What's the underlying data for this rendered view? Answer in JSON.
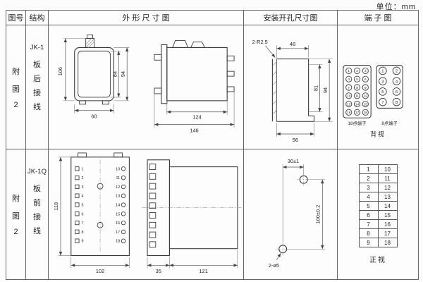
{
  "unit_label": "单位：mm",
  "header": {
    "figure": "图号",
    "structure": "结构",
    "outline": "外 形 尺 寸 图",
    "mounting": "安装开孔尺寸图",
    "terminal": "端 子 图"
  },
  "row1": {
    "figure_chars": [
      "附",
      "图",
      "2"
    ],
    "structure_model": "JK-1",
    "structure_chars": [
      "板",
      "后",
      "接",
      "线"
    ],
    "outline_dims": {
      "h_total": "106",
      "h_inner": "84",
      "h_case": "94",
      "w_front": "60",
      "d_body": "124",
      "d_total": "146"
    },
    "mounting_dims": {
      "callout": "2-R2.5",
      "w_top": "48",
      "h_inner": "81",
      "h_total": "94",
      "w_bottom": "56"
    },
    "terminal": {
      "label_18": "18点端子",
      "label_8": "8点端子",
      "view_label": "背视",
      "points_18": [
        "1",
        "2",
        "3",
        "4",
        "5",
        "6",
        "7",
        "8",
        "9",
        "10",
        "11",
        "12",
        "13",
        "14",
        "15",
        "16",
        "17",
        "18"
      ],
      "points_8": [
        "1",
        "2",
        "3",
        "4",
        "5",
        "6",
        "7",
        "8"
      ]
    }
  },
  "row2": {
    "figure_chars": [
      "附",
      "图",
      "2"
    ],
    "structure_model": "JK-1Q",
    "structure_chars": [
      "板",
      "前",
      "接",
      "线"
    ],
    "outline_dims": {
      "h_case": "118",
      "w_case": "102",
      "d_strip": "35",
      "d_body": "121"
    },
    "front_left": [
      "1",
      "2",
      "3",
      "4",
      "5",
      "6",
      "7",
      "8",
      "9"
    ],
    "front_right": [
      "10",
      "11",
      "12",
      "13",
      "14",
      "15",
      "16",
      "17",
      "18"
    ],
    "mounting_dims": {
      "h_span": "30±1",
      "v_span": "100±0.2",
      "callout": "2-ø5"
    },
    "terminal": {
      "view_label": "正视",
      "left": [
        "1",
        "2",
        "3",
        "4",
        "5",
        "6",
        "7",
        "8",
        "9"
      ],
      "right": [
        "10",
        "11",
        "12",
        "13",
        "14",
        "15",
        "16",
        "17",
        "18"
      ]
    }
  }
}
